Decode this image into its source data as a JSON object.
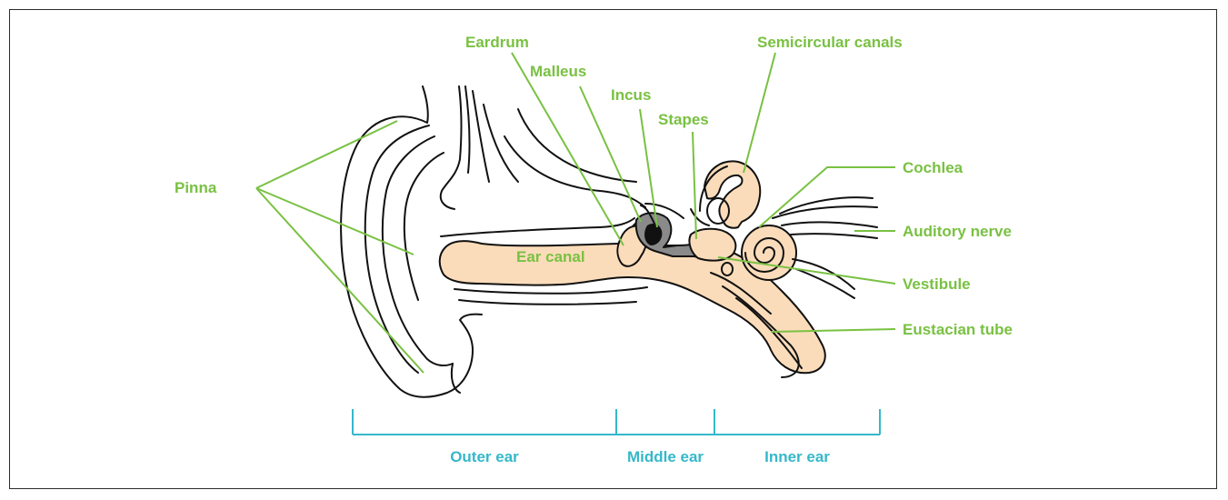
{
  "labels": {
    "pinna": "Pinna",
    "eardrum": "Eardrum",
    "malleus": "Malleus",
    "incus": "Incus",
    "stapes": "Stapes",
    "semicircular_canals": "Semicircular canals",
    "cochlea": "Cochlea",
    "auditory_nerve": "Auditory nerve",
    "ear_canal": "Ear canal",
    "vestibule": "Vestibule",
    "eustacian_tube": "Eustacian tube"
  },
  "sections": {
    "outer_ear": "Outer ear",
    "middle_ear": "Middle ear",
    "inner_ear": "Inner ear"
  },
  "colors": {
    "label_green": "#79c142",
    "section_cyan": "#35b8c9",
    "tissue_fill": "#fbdcba",
    "ossicle_gray": "#8a8a8a",
    "outline": "#111111"
  }
}
